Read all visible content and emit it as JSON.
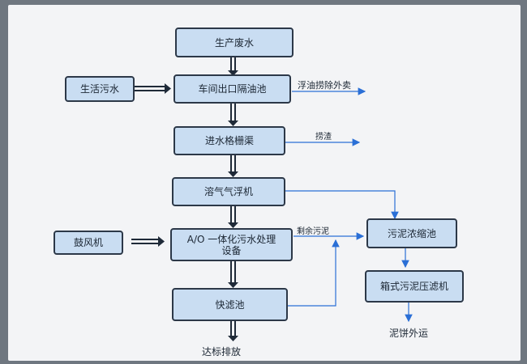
{
  "nodes": {
    "wastewater": "生产废水",
    "domestic": "生活污水",
    "oil_separator": "车间出口隔油池",
    "grille": "进水格栅渠",
    "flotation": "溶气气浮机",
    "blower": "鼓风机",
    "ao_line1": "A/O 一体化污水处理",
    "ao_line2": "设备",
    "filter_pool": "快滤池",
    "sludge_thickener": "污泥浓缩池",
    "filter_press": "箱式污泥压滤机"
  },
  "labels": {
    "oil_out": "浮油捞除外卖",
    "slag": "捞渣",
    "excess_sludge": "剩余污泥",
    "discharge": "达标排放",
    "cake_out": "泥饼外运"
  },
  "colors": {
    "box_fill": "#c9ddf2",
    "box_border": "#2c3848",
    "arrow": "#1f2a38",
    "thin_arrow": "#2a6fd6"
  }
}
